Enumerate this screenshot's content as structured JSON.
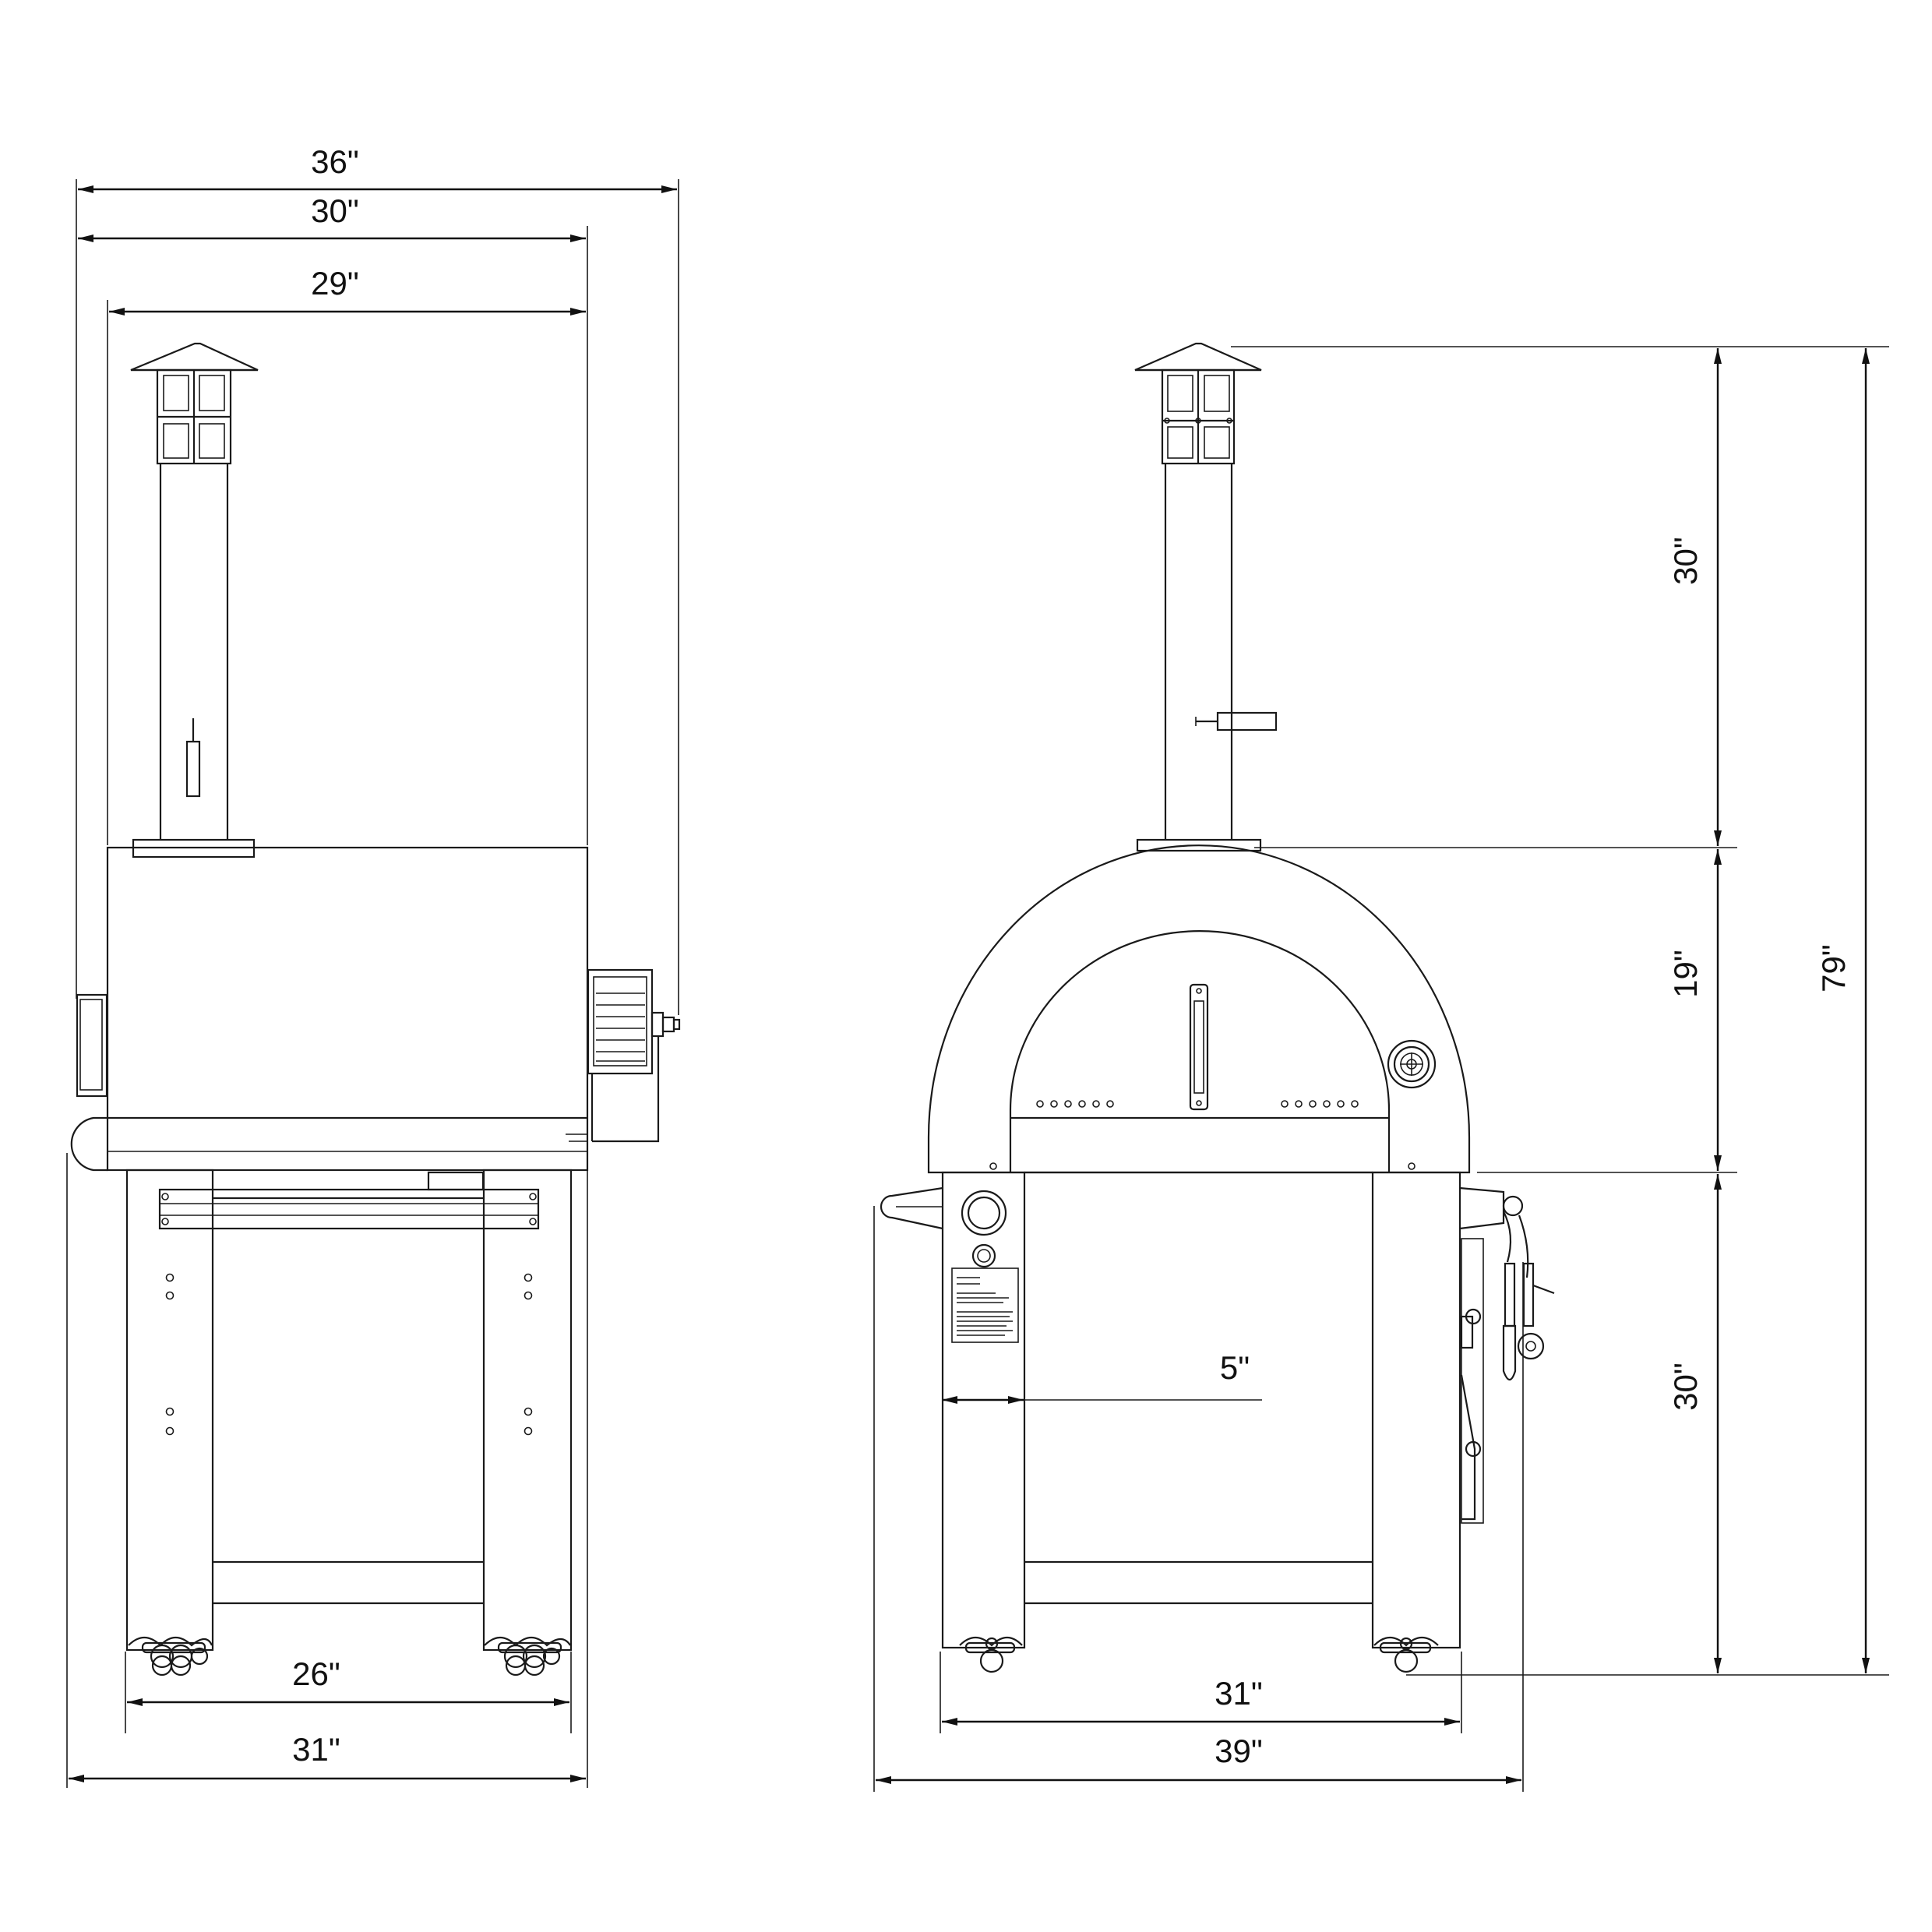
{
  "side_view": {
    "overall_width": "36\"",
    "oven_width": "30\"",
    "hood_width": "29\"",
    "cart_inner_width": "26\"",
    "cart_outer_width": "31\""
  },
  "front_view": {
    "chimney_height": "30\"",
    "dome_height": "19\"",
    "cart_height": "30\"",
    "total_height": "79\"",
    "side_panel_width": "5\"",
    "cart_width": "31\"",
    "overall_width": "39\""
  },
  "line_color": "#1a1a1a",
  "background_color": "#ffffff"
}
